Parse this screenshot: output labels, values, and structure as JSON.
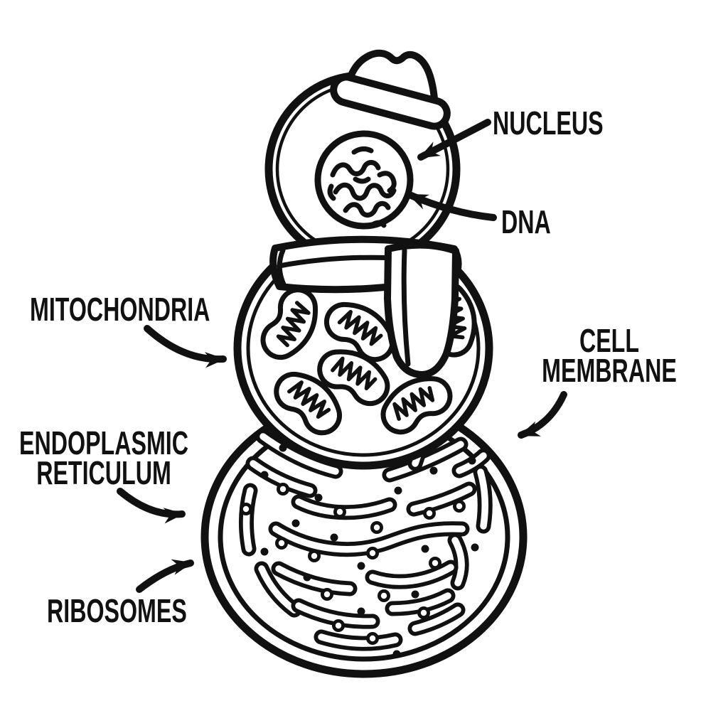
{
  "colors": {
    "background": "#ffffff",
    "ink": "#111111"
  },
  "labels": {
    "nucleus": "NUCLEUS",
    "dna": "DNA",
    "mitochondria": "MITOCHONDRIA",
    "cell_membrane": [
      "CELL",
      "MEMBRANE"
    ],
    "endoplasmic_reticulum": [
      "ENDOPLASMIC",
      "RETICULUM"
    ],
    "ribosomes": "RIBOSOMES"
  },
  "figure": {
    "style": "black-and-white coloring page line art",
    "subject": "snowman drawn as a biological cell",
    "sections": [
      "head circle containing nucleus with DNA tangle, wearing a hat",
      "middle circle containing six mitochondria, scarf at neck",
      "bottom circle containing endoplasmic reticulum tubules and ribosome dots"
    ],
    "accessories": [
      "fedora hat",
      "scarf with hanging tail"
    ],
    "mitochondria_count": 6,
    "arrow_count": 6
  }
}
